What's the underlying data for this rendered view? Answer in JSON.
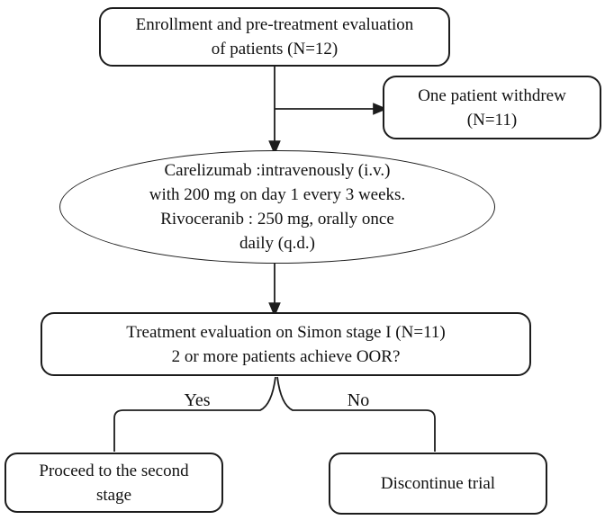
{
  "figure": {
    "type": "flowchart",
    "background_color": "#ffffff",
    "line_color": "#1c1c1c",
    "text_color": "#111111"
  },
  "nodes": {
    "enrollment": {
      "shape": "rounded-rect",
      "lines": [
        "Enrollment and pre-treatment evaluation",
        "of patients (N=12)"
      ]
    },
    "withdrew": {
      "shape": "rounded-rect",
      "lines": [
        "One patient withdrew",
        "(N=11)"
      ]
    },
    "regimen": {
      "shape": "ellipse",
      "lines": [
        "Carelizumab :intravenously (i.v.)",
        "with 200 mg on day 1 every 3 weeks.",
        "Rivoceranib : 250 mg, orally once",
        "daily (q.d.)"
      ]
    },
    "evaluation": {
      "shape": "rounded-rect",
      "lines": [
        "Treatment evaluation on Simon stage I (N=11)",
        "2 or more patients achieve OOR?"
      ]
    },
    "proceed": {
      "shape": "rounded-rect",
      "lines": [
        "Proceed to the second",
        "stage"
      ]
    },
    "discontinue": {
      "shape": "rounded-rect",
      "lines": [
        "Discontinue trial"
      ]
    }
  },
  "edge_labels": {
    "yes": "Yes",
    "no": "No"
  }
}
